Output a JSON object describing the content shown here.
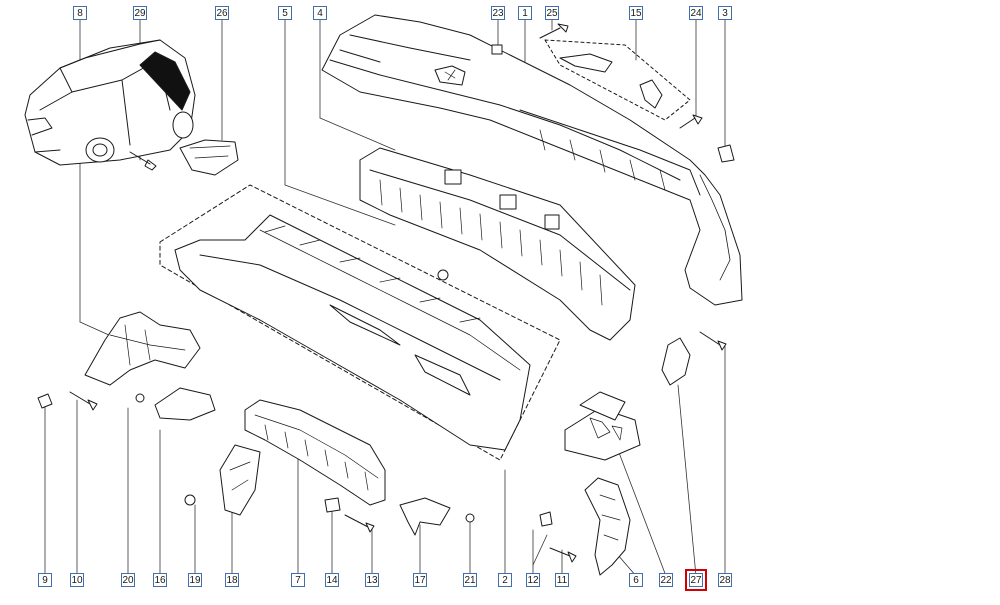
{
  "diagram": {
    "callouts": {
      "c1": "1",
      "c2": "2",
      "c3": "3",
      "c4": "4",
      "c5": "5",
      "c6": "6",
      "c7": "7",
      "c8": "8",
      "c9": "9",
      "c10": "10",
      "c11": "11",
      "c12": "12",
      "c13": "13",
      "c14": "14",
      "c15": "15",
      "c16": "16",
      "c17": "17",
      "c18": "18",
      "c19": "19",
      "c20": "20",
      "c21": "21",
      "c22": "22",
      "c23": "23",
      "c24": "24",
      "c25": "25",
      "c26": "26",
      "c27": "27",
      "c28": "28",
      "c29": "29"
    },
    "selected_callout": "27",
    "colors": {
      "line": "#1a1a1a",
      "callout_border": "#3f6fae",
      "highlight": "#d40000"
    }
  }
}
